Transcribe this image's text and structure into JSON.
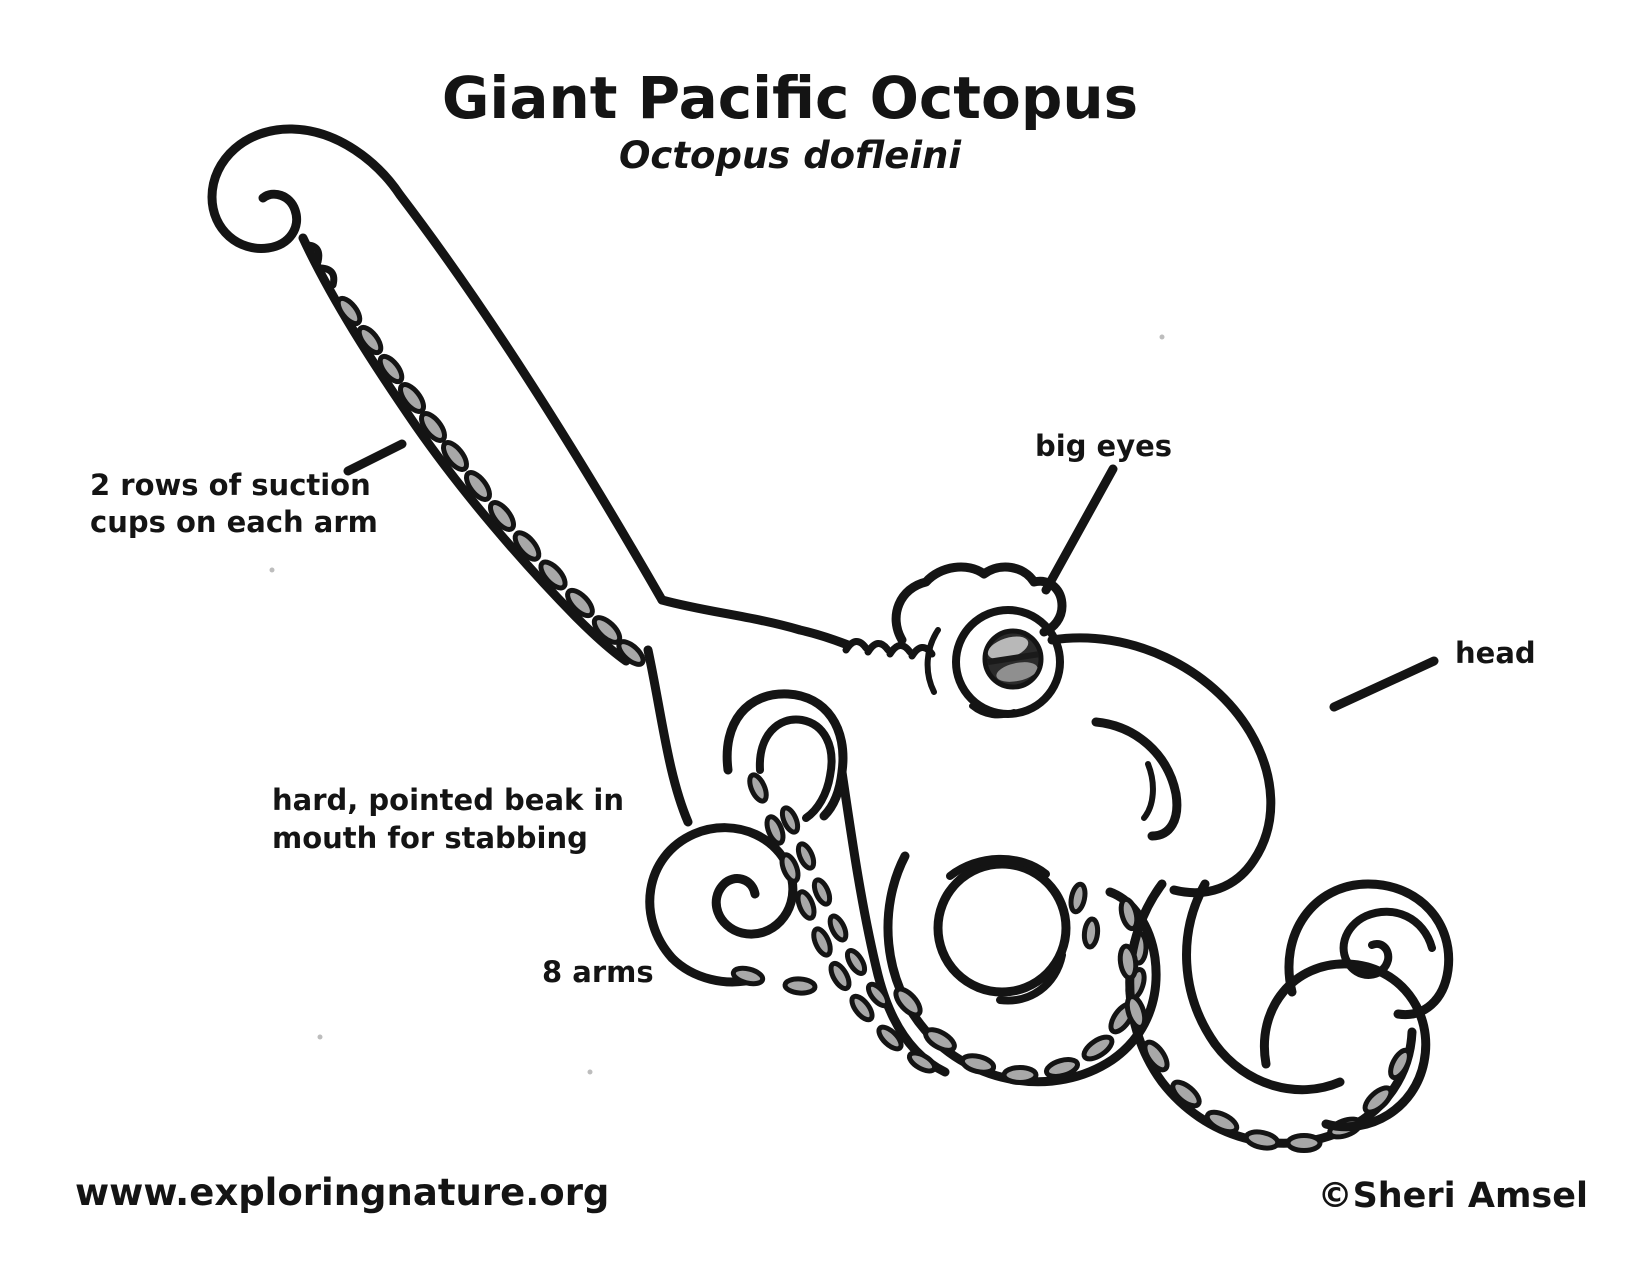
{
  "title": {
    "text": "Giant Pacific Octopus",
    "subtitle": "Octopus dofleini"
  },
  "annotations": {
    "suction_cups_line1": "2 rows of suction",
    "suction_cups_line2": "cups on each arm",
    "big_eyes": "big eyes",
    "head": "head",
    "beak_line1": "hard, pointed beak in",
    "beak_line2": "mouth for stabbing",
    "arms": "8 arms"
  },
  "footer": {
    "website": "www.exploringnature.org",
    "credit": "©Sheri Amsel"
  },
  "colors": {
    "ink": "#141414",
    "paper": "#ffffff",
    "sucker": "#a8a8a8",
    "iris": "#2b2b2b",
    "glint": "#b8b8b8"
  }
}
